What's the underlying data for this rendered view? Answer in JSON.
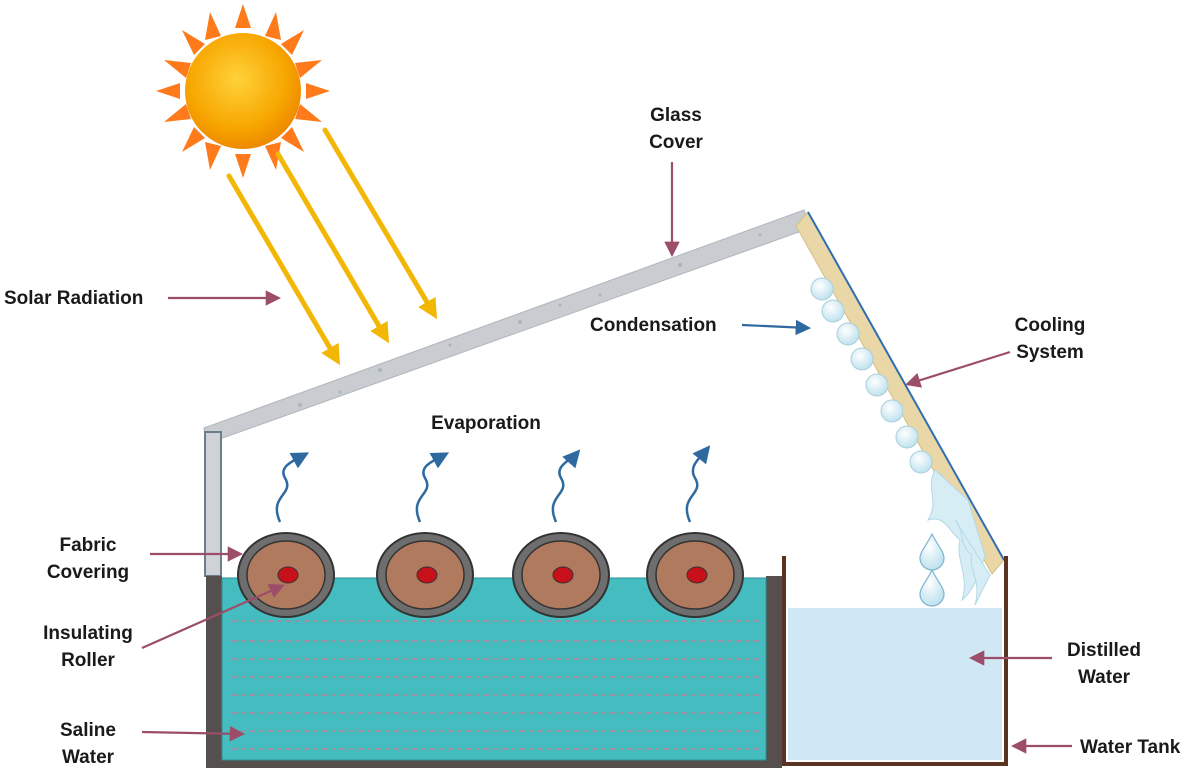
{
  "labels": {
    "glass_cover_1": "Glass",
    "glass_cover_2": "Cover",
    "solar_radiation": "Solar Radiation",
    "condensation": "Condensation",
    "cooling_system_1": "Cooling",
    "cooling_system_2": "System",
    "evaporation": "Evaporation",
    "fabric_covering_1": "Fabric",
    "fabric_covering_2": "Covering",
    "insulating_roller_1": "Insulating",
    "insulating_roller_2": "Roller",
    "distilled_water_1": "Distilled",
    "distilled_water_2": "Water",
    "saline_water_1": "Saline",
    "saline_water_2": "Water",
    "water_tank": "Water Tank"
  },
  "colors": {
    "sun": "#f5a000",
    "sun_ray": "#ff7a1a",
    "radiation": "#f2b705",
    "label_arrow": "#9c4d6a",
    "vapor_arrow": "#2e6aa0",
    "saline_water": "#45bcc0",
    "distilled_water": "#cfe8f3",
    "roller": "#b07a5e",
    "cooling_strip": "#e9d7a8",
    "tank_wall": "#55504e",
    "glass": "#c9cdd2"
  },
  "icons": [
    "sun-icon",
    "water-drop-icon"
  ]
}
